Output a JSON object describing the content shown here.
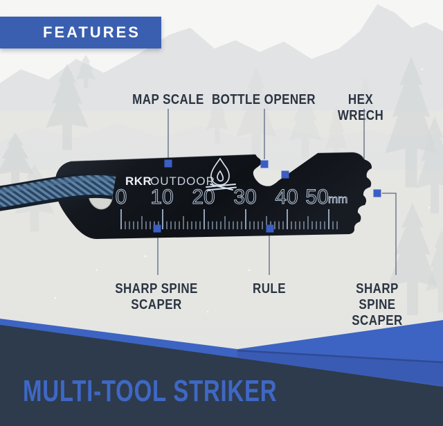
{
  "badge": {
    "label": "FEATURES"
  },
  "callouts": {
    "top": [
      {
        "id": "map-scale",
        "label": "MAP SCALE"
      },
      {
        "id": "bottle-opener",
        "label": "BOTTLE OPENER"
      },
      {
        "id": "hex-wrech",
        "label": "HEX WRECH"
      }
    ],
    "bottom": [
      {
        "id": "sharp-spine-scaper-left",
        "label": "SHARP SPINE\nSCAPER"
      },
      {
        "id": "rule",
        "label": "RULE"
      },
      {
        "id": "sharp-spine-scaper-right",
        "label": "SHARP SPINE\nSCAPER"
      }
    ]
  },
  "tool": {
    "brand": {
      "bold": "RKR",
      "regular": "OUTDOOR"
    },
    "ruler": {
      "numbers": [
        "0",
        "10",
        "20",
        "30",
        "40",
        "50"
      ],
      "unit": "mm",
      "tick_count": 52,
      "mm_per_major": 10
    }
  },
  "banner": {
    "title": "MULTI-TOOL STRIKER"
  },
  "colors": {
    "accent_blue": "#3b5ec6",
    "badge_blue": "#3a5fb0",
    "banner_navy": "#2d3b4d",
    "banner_blue": "#3d64c2",
    "title_blue": "#3f68c5",
    "label_ink": "#2a3441",
    "background_gray": "#e6e6e3",
    "tool_black": "#14181d",
    "engraving_blue": "#b9c9df"
  }
}
